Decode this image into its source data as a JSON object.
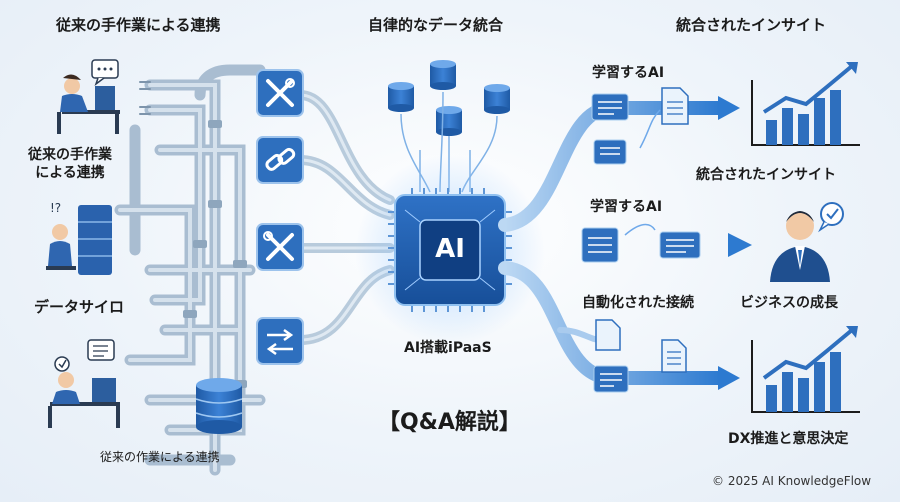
{
  "headers": {
    "left": "従来の手作業による連携",
    "center": "自律的なデータ統合",
    "right": "統合されたインサイト"
  },
  "left_labels": {
    "manual_top": "従来の手作業\nによる連携",
    "data_silo": "データサイロ",
    "manual_bottom": "従来の作業による連携"
  },
  "center_labels": {
    "chip": "AI",
    "ipaas": "AI搭載iPaaS",
    "qa": "【Q&A解説】"
  },
  "right_labels": {
    "learning_ai_top": "学習するAI",
    "insight": "統合されたインサイト",
    "learning_ai_mid": "学習するAI",
    "auto_connect": "自動化された接続",
    "business_growth": "ビジネスの成長",
    "dx": "DX推進と意思決定"
  },
  "footer": {
    "copyright": "© 2025 AI KnowledgeFlow"
  },
  "colors": {
    "pipe": "#9fb6cc",
    "pipe_dark": "#6f8aa6",
    "flow": "#2f7fd3",
    "chip": "#1f5fb0",
    "box": "#2d6fc0"
  },
  "icons": [
    "wrench-screwdriver-icon",
    "chain-link-icon",
    "tools-icon",
    "flow-arrows-icon",
    "database-icon",
    "bar-chart-icon",
    "document-icon",
    "person-icon",
    "speech-bubble-icon"
  ]
}
